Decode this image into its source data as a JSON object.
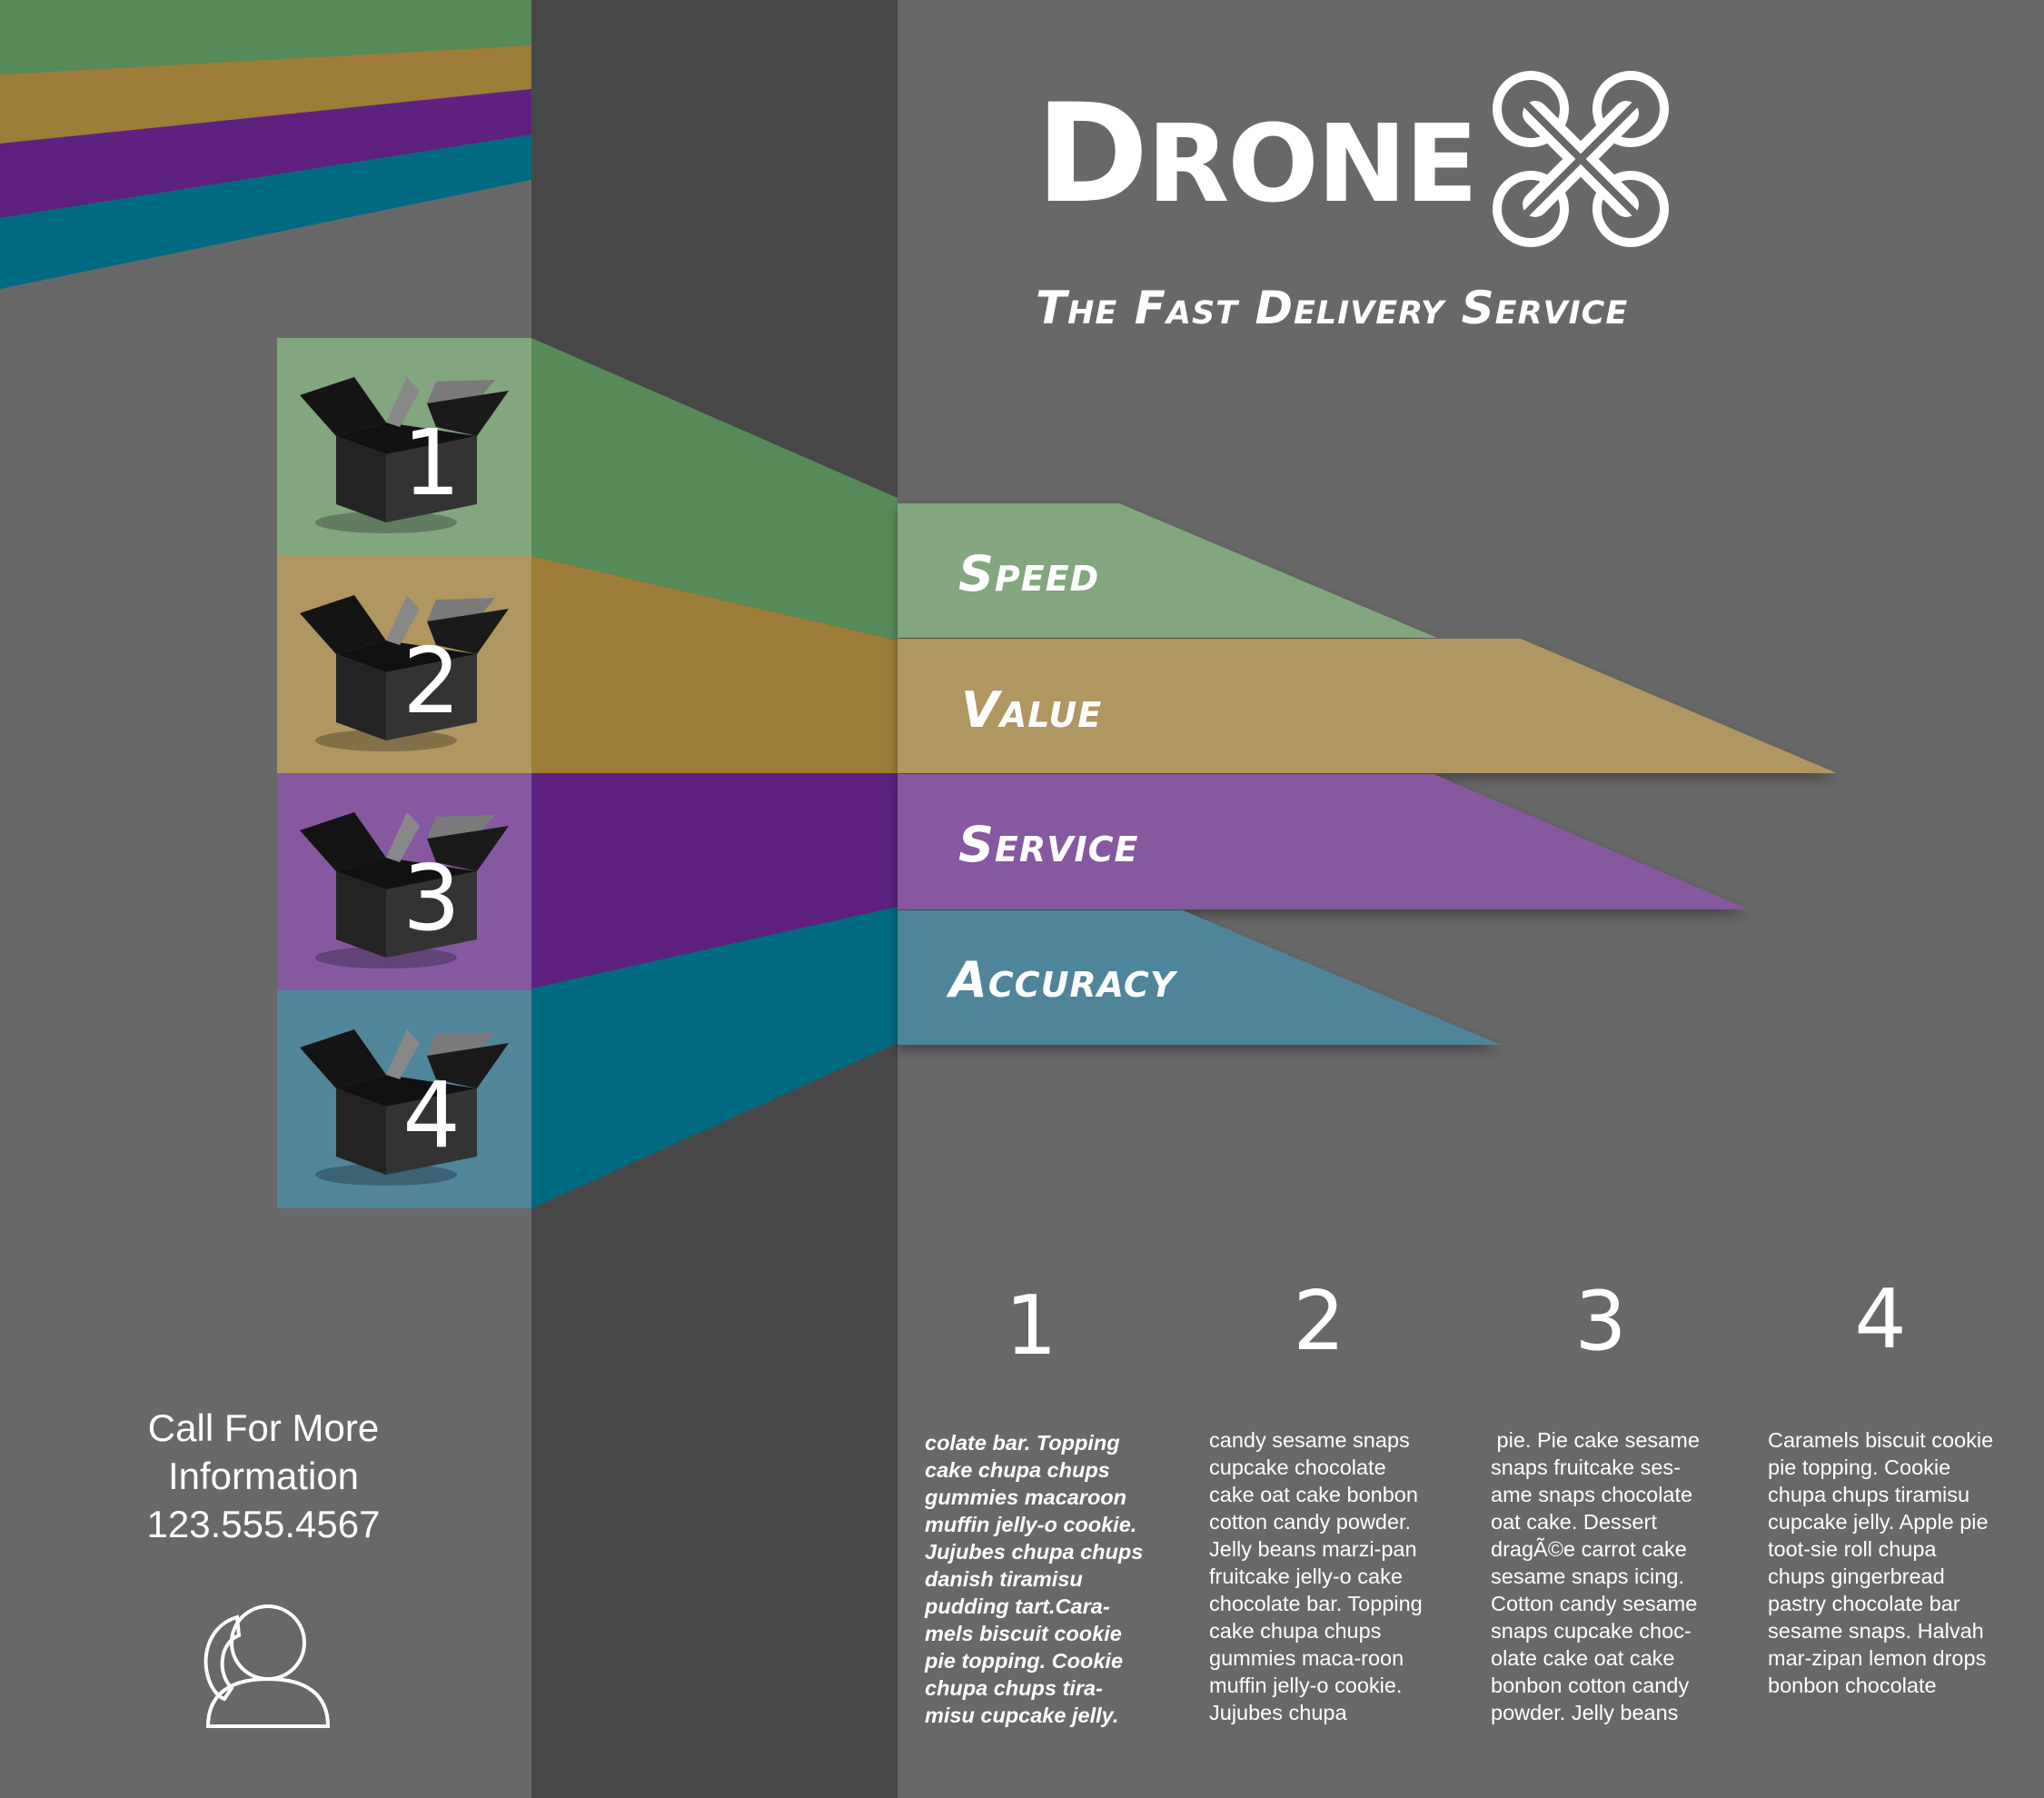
{
  "brand": {
    "logo_caps_1": "D",
    "logo_small": "RONE",
    "logo_caps_2": "X",
    "tagline": "The Fast Delivery Service"
  },
  "colors": {
    "background": "#686868",
    "dark_column": "#474747",
    "green": "#568a58",
    "gold": "#9d7d38",
    "purple": "#5e2180",
    "teal": "#006b80"
  },
  "features": [
    {
      "number": "1",
      "label": "Speed",
      "icon": "open-box-icon"
    },
    {
      "number": "2",
      "label": "Value",
      "icon": "open-box-icon"
    },
    {
      "number": "3",
      "label": "Service",
      "icon": "open-box-icon"
    },
    {
      "number": "4",
      "label": "Accuracy",
      "icon": "open-box-icon"
    }
  ],
  "columns": [
    {
      "number": "1",
      "text": "colate bar. Topping cake chupa chups gummies macaroon muffin jelly-o cookie. Jujubes chupa chups danish tiramisu pudding tart.Cara-mels biscuit cookie pie topping. Cookie chupa chups tira-misu cupcake jelly."
    },
    {
      "number": "2",
      "text": "candy sesame snaps cupcake chocolate cake oat cake bonbon cotton candy powder. Jelly beans marzi-pan fruitcake jelly-o cake chocolate bar. Topping cake chupa chups gummies maca-roon muffin jelly-o cookie. Jujubes chupa"
    },
    {
      "number": "3",
      "text": " pie. Pie cake sesame snaps fruitcake ses-ame snaps chocolate oat cake. Dessert dragÃ©e carrot cake sesame snaps icing. Cotton candy sesame snaps cupcake choc-olate cake oat cake bonbon cotton candy powder. Jelly beans"
    },
    {
      "number": "4",
      "text": "Caramels biscuit cookie pie topping. Cookie chupa chups tiramisu cupcake jelly. Apple pie toot-sie roll chupa chups gingerbread pastry chocolate bar sesame snaps. Halvah mar-zipan lemon drops bonbon chocolate"
    }
  ],
  "contact": {
    "line1": "Call For More",
    "line2": "Information",
    "phone": "123.555.4567",
    "icon": "phone-person-icon"
  }
}
